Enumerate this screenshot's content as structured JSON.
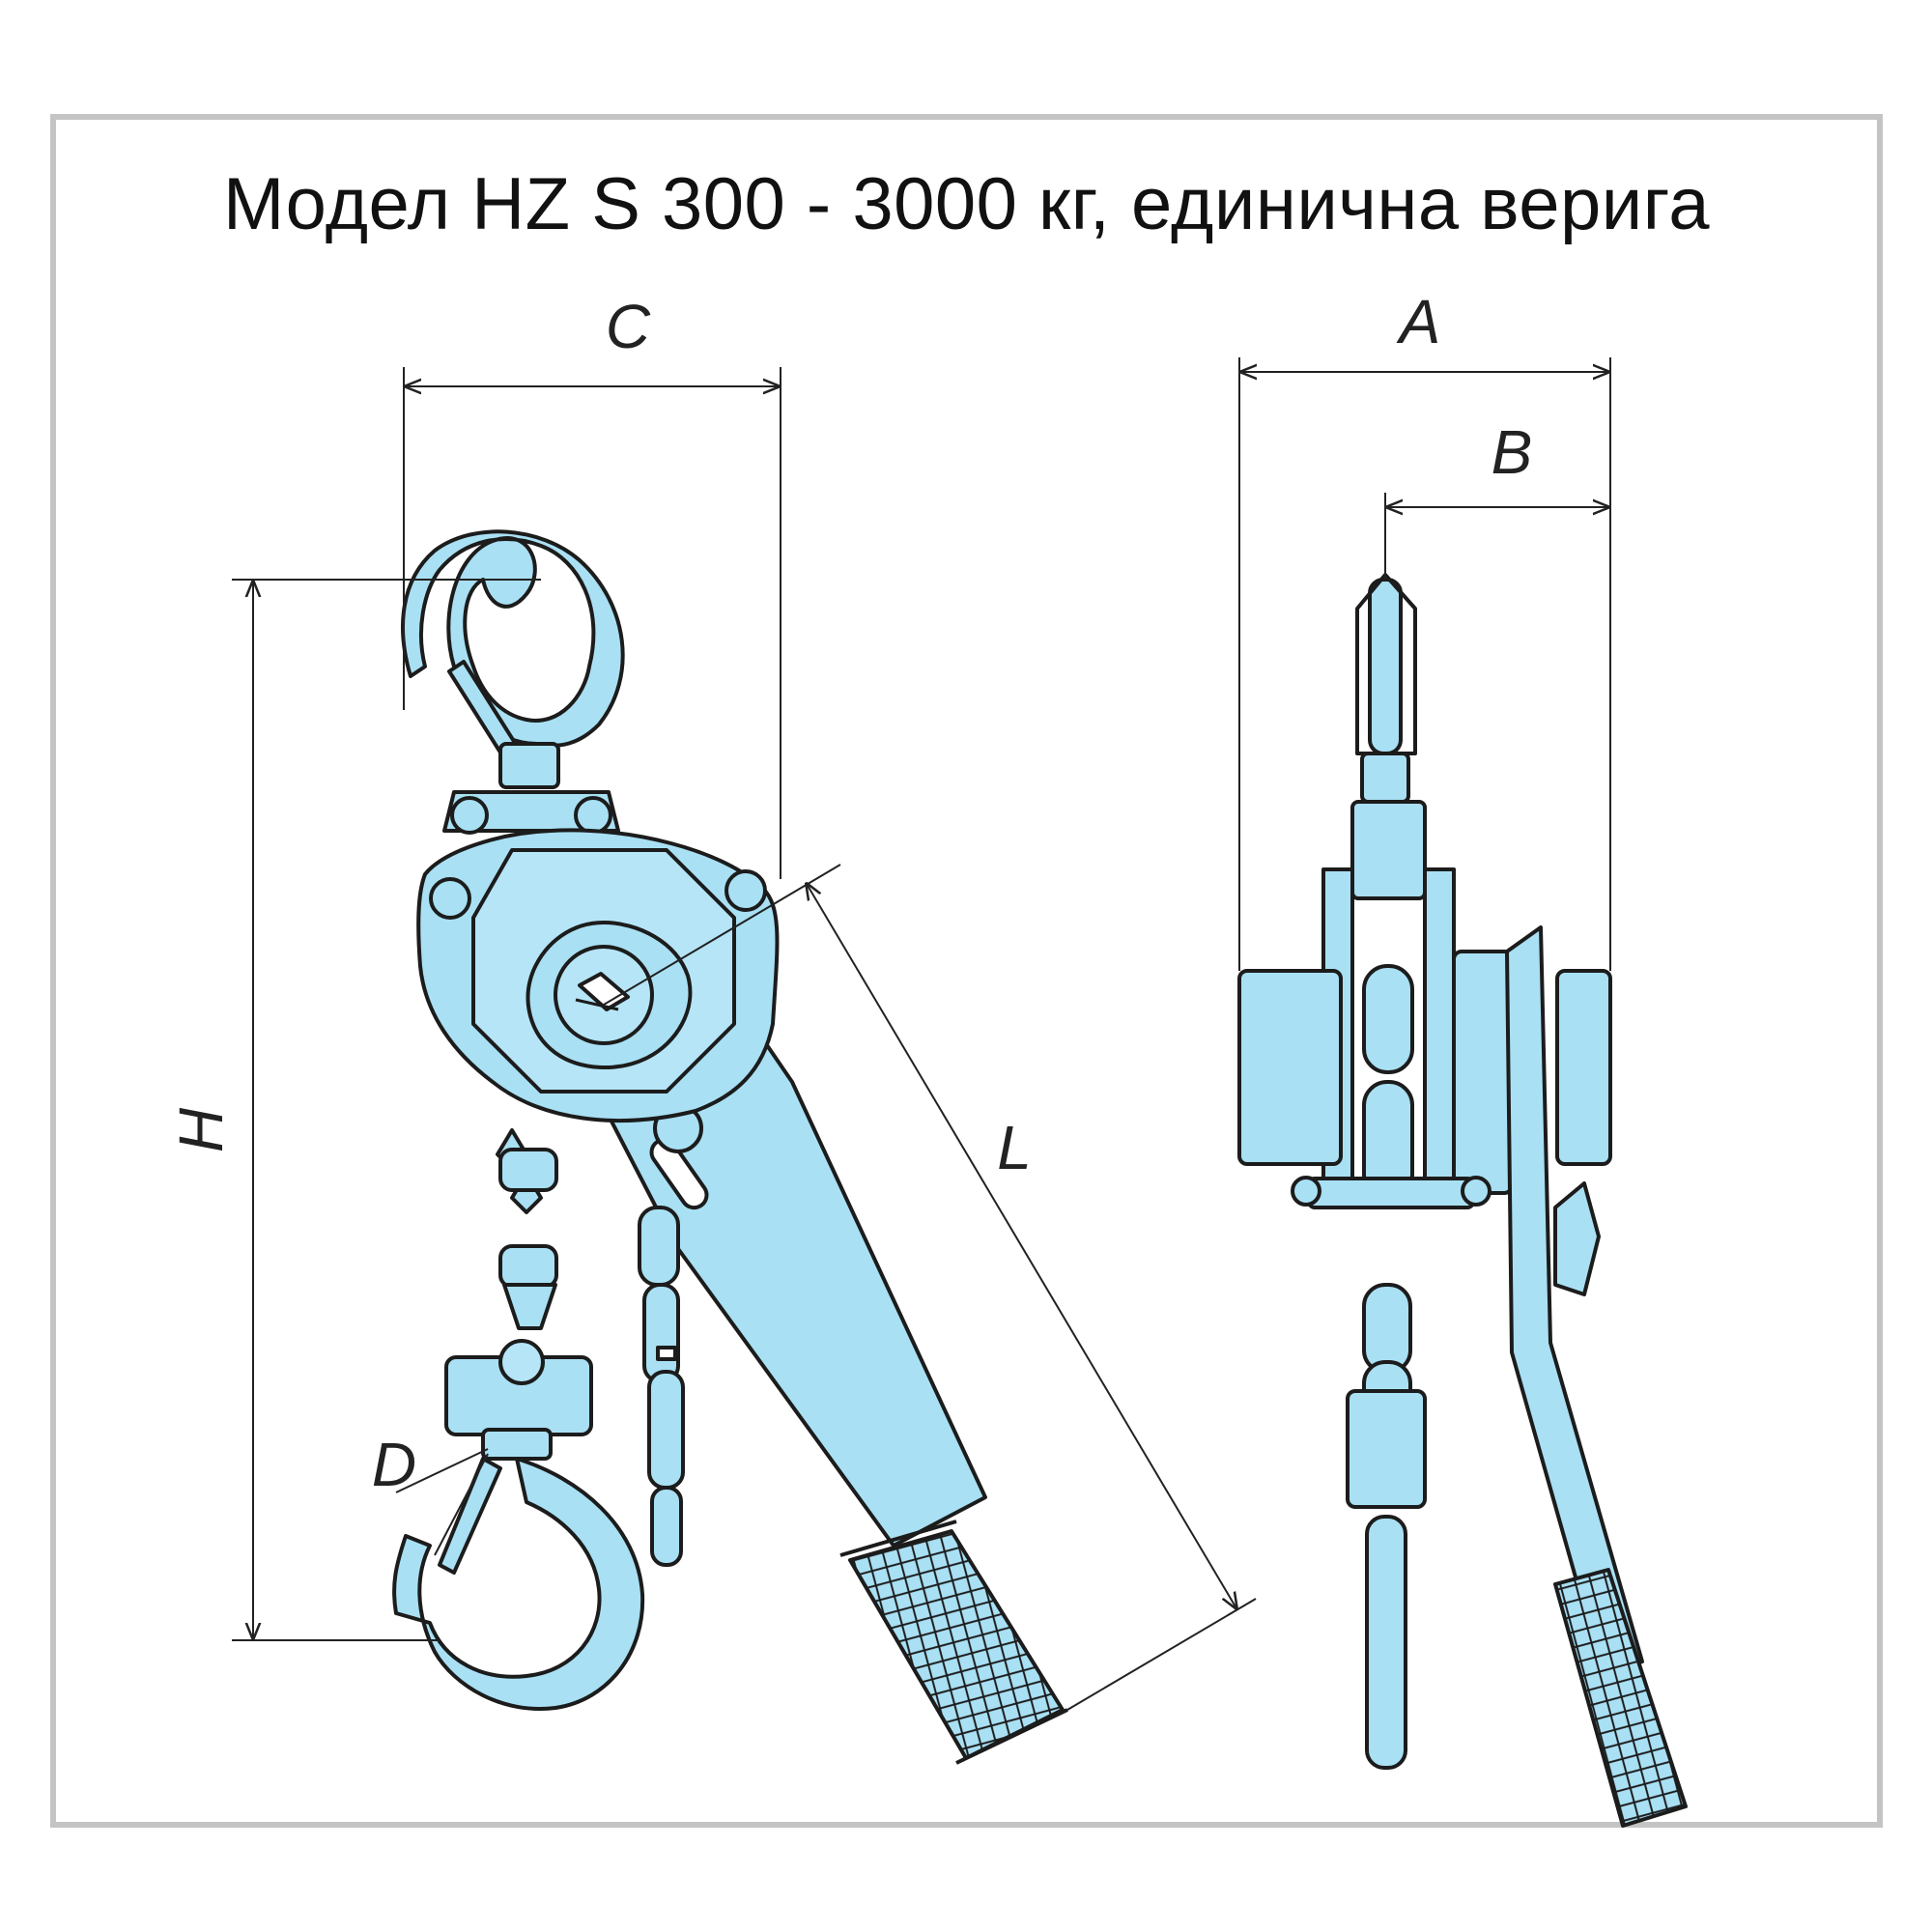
{
  "title": "Модел HZ S 300 - 3000 кг, единична верига",
  "colors": {
    "body_fill": "#a9e0f4",
    "outline": "#1c1c1c",
    "frame_border": "#c4c4c4"
  },
  "dimensions": {
    "C": "C",
    "H": "H",
    "L": "L",
    "D": "D",
    "A": "A",
    "B": "B"
  }
}
